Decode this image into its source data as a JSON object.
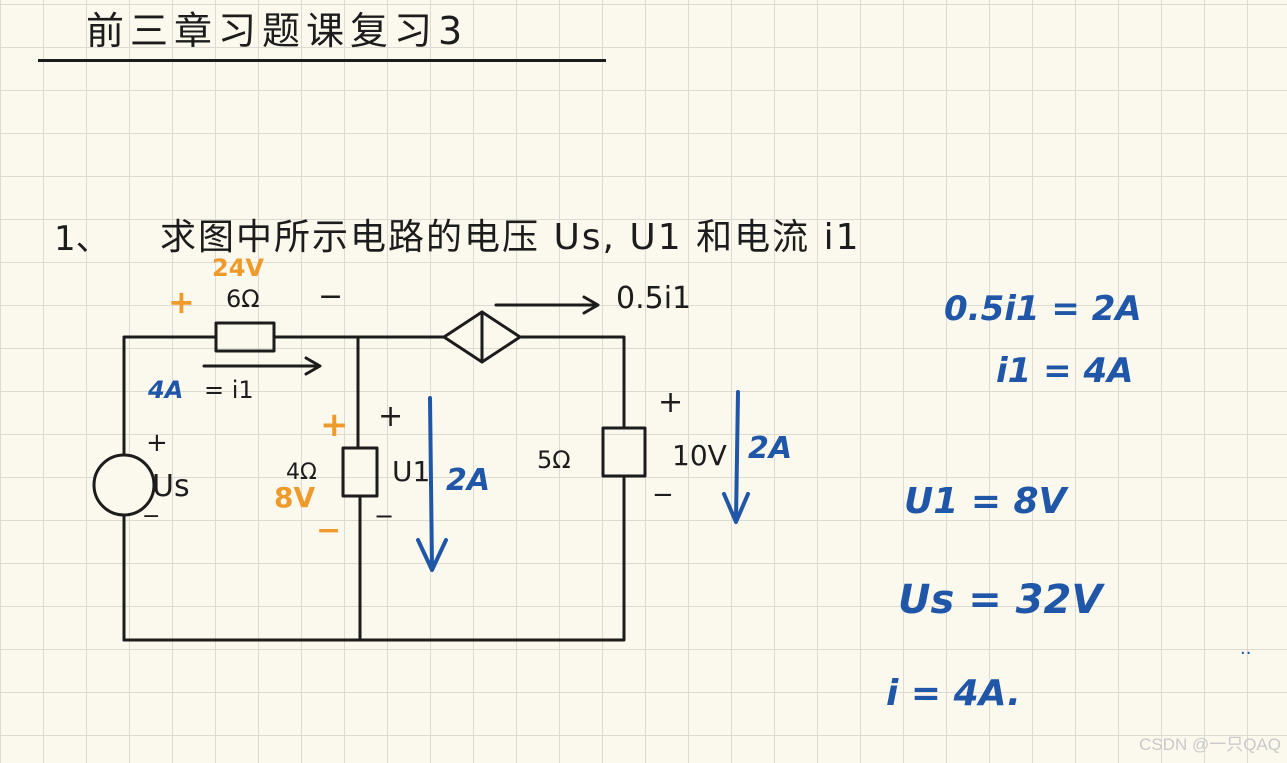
{
  "title": "前三章习题课复习3",
  "question": {
    "number": "1、",
    "text": "求图中所示电路的电压 Us, U1 和电流 i1"
  },
  "circuit": {
    "resistor_top": "6Ω",
    "resistor_mid": "4Ω",
    "resistor_right": "5Ω",
    "source_label": "Us",
    "dependent_source": "0.5i1",
    "plus": "+",
    "minus": "−",
    "u1_label": "U1",
    "v_right": "10V"
  },
  "annotations_orange": {
    "v_top": "24V",
    "v_mid": "8V",
    "plus": "+",
    "minus": "−"
  },
  "annotations_blue": {
    "current_top": "4A",
    "current_top_eq": "= i1",
    "current_mid": "2A",
    "current_right": "2A"
  },
  "solutions": [
    "0.5i1 = 2A",
    "i1 = 4A",
    "U1 = 8V",
    "Us = 32V",
    "i = 4A."
  ],
  "watermark": "CSDN @一只QAQ",
  "stray_marks": "..",
  "colors": {
    "paper": "#fbf8ee",
    "ink": "#1c1c1c",
    "blue": "#1f56a8",
    "orange": "#ef9b2c"
  }
}
